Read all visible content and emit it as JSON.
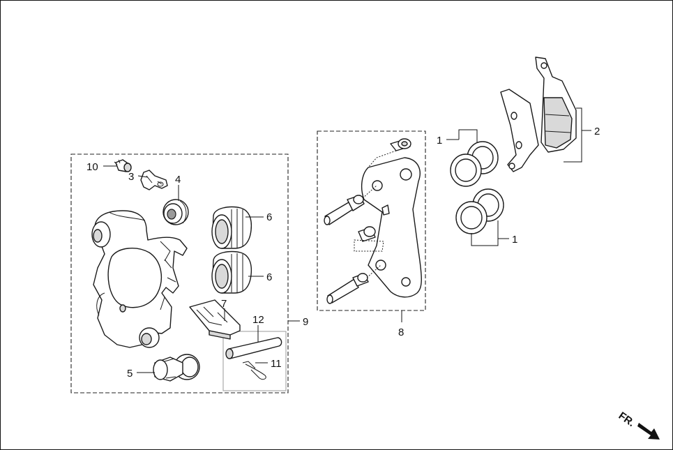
{
  "callouts": {
    "p1_top": "1",
    "p1_bottom": "1",
    "p2": "2",
    "p3": "3",
    "p4": "4",
    "p5": "5",
    "p6_top": "6",
    "p6_bottom": "6",
    "p7": "7",
    "p8": "8",
    "p9": "9",
    "p10": "10",
    "p11": "11",
    "p12": "12"
  },
  "direction_label": "FR.",
  "icons": {
    "direction": "front-direction-arrow-icon"
  },
  "colors": {
    "line": "#1a1a1a",
    "part_fill": "#ffffff",
    "shade": "#d9d9d9",
    "dark_shade": "#9a9a9a",
    "background": "#ffffff"
  }
}
